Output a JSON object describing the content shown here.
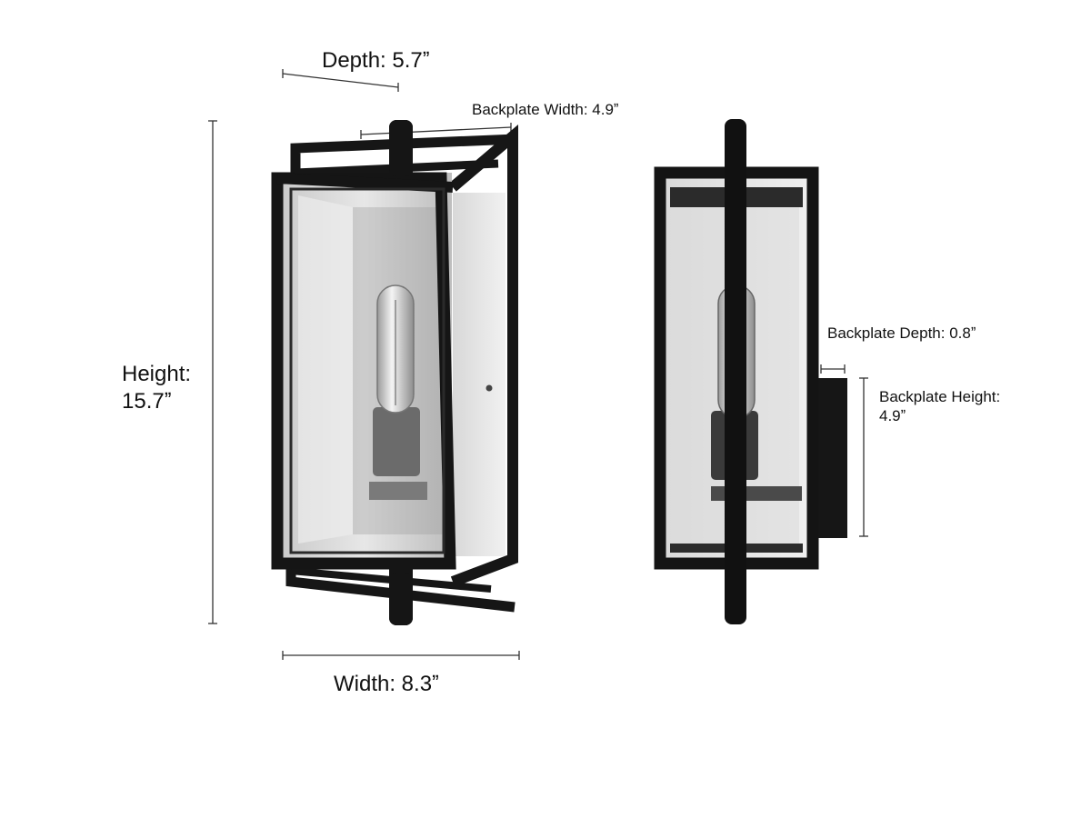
{
  "labels": {
    "depth": "Depth: 5.7ˮ",
    "backplate_width": "Backplate Width: 4.9ˮ",
    "height_line1": "Height:",
    "height_line2": "15.7ˮ",
    "width": "Width: 8.3ˮ",
    "backplate_depth": "Backplate Depth: 0.8ˮ",
    "backplate_height_line1": "Backplate Height:",
    "backplate_height_line2": "4.9ˮ"
  }
}
